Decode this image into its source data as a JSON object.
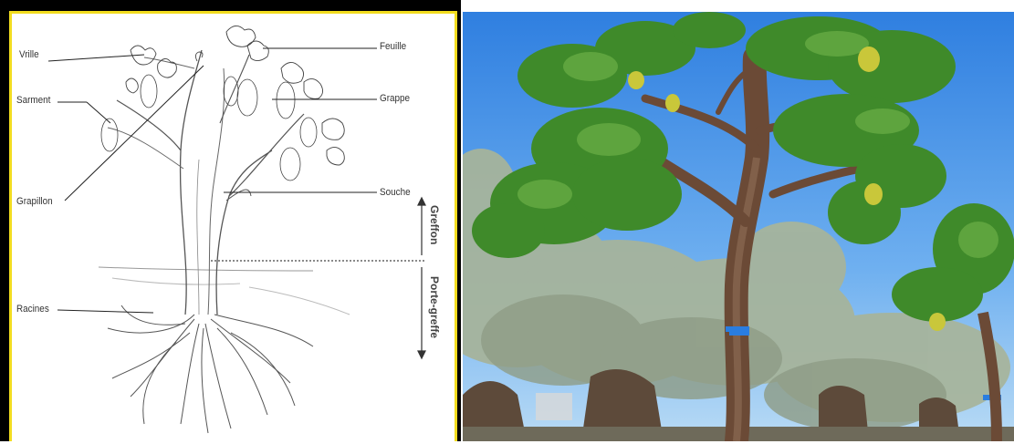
{
  "labels": {
    "vrille": "Vrille",
    "sarment": "Sarment",
    "grapillon": "Grapillon",
    "racines": "Racines",
    "feuille": "Feuille",
    "grappe": "Grappe",
    "souche": "Souche",
    "greffon": "Greffon",
    "porte_greffe": "Porte-greffe"
  },
  "colors": {
    "frame_border": "#f2dc1f",
    "sky": "#3f8fe6",
    "foliage": "#3f8a2a",
    "olive_foliage": "#a9b5a0",
    "trunk": "#6b4a36",
    "tape": "#2a7de0"
  }
}
